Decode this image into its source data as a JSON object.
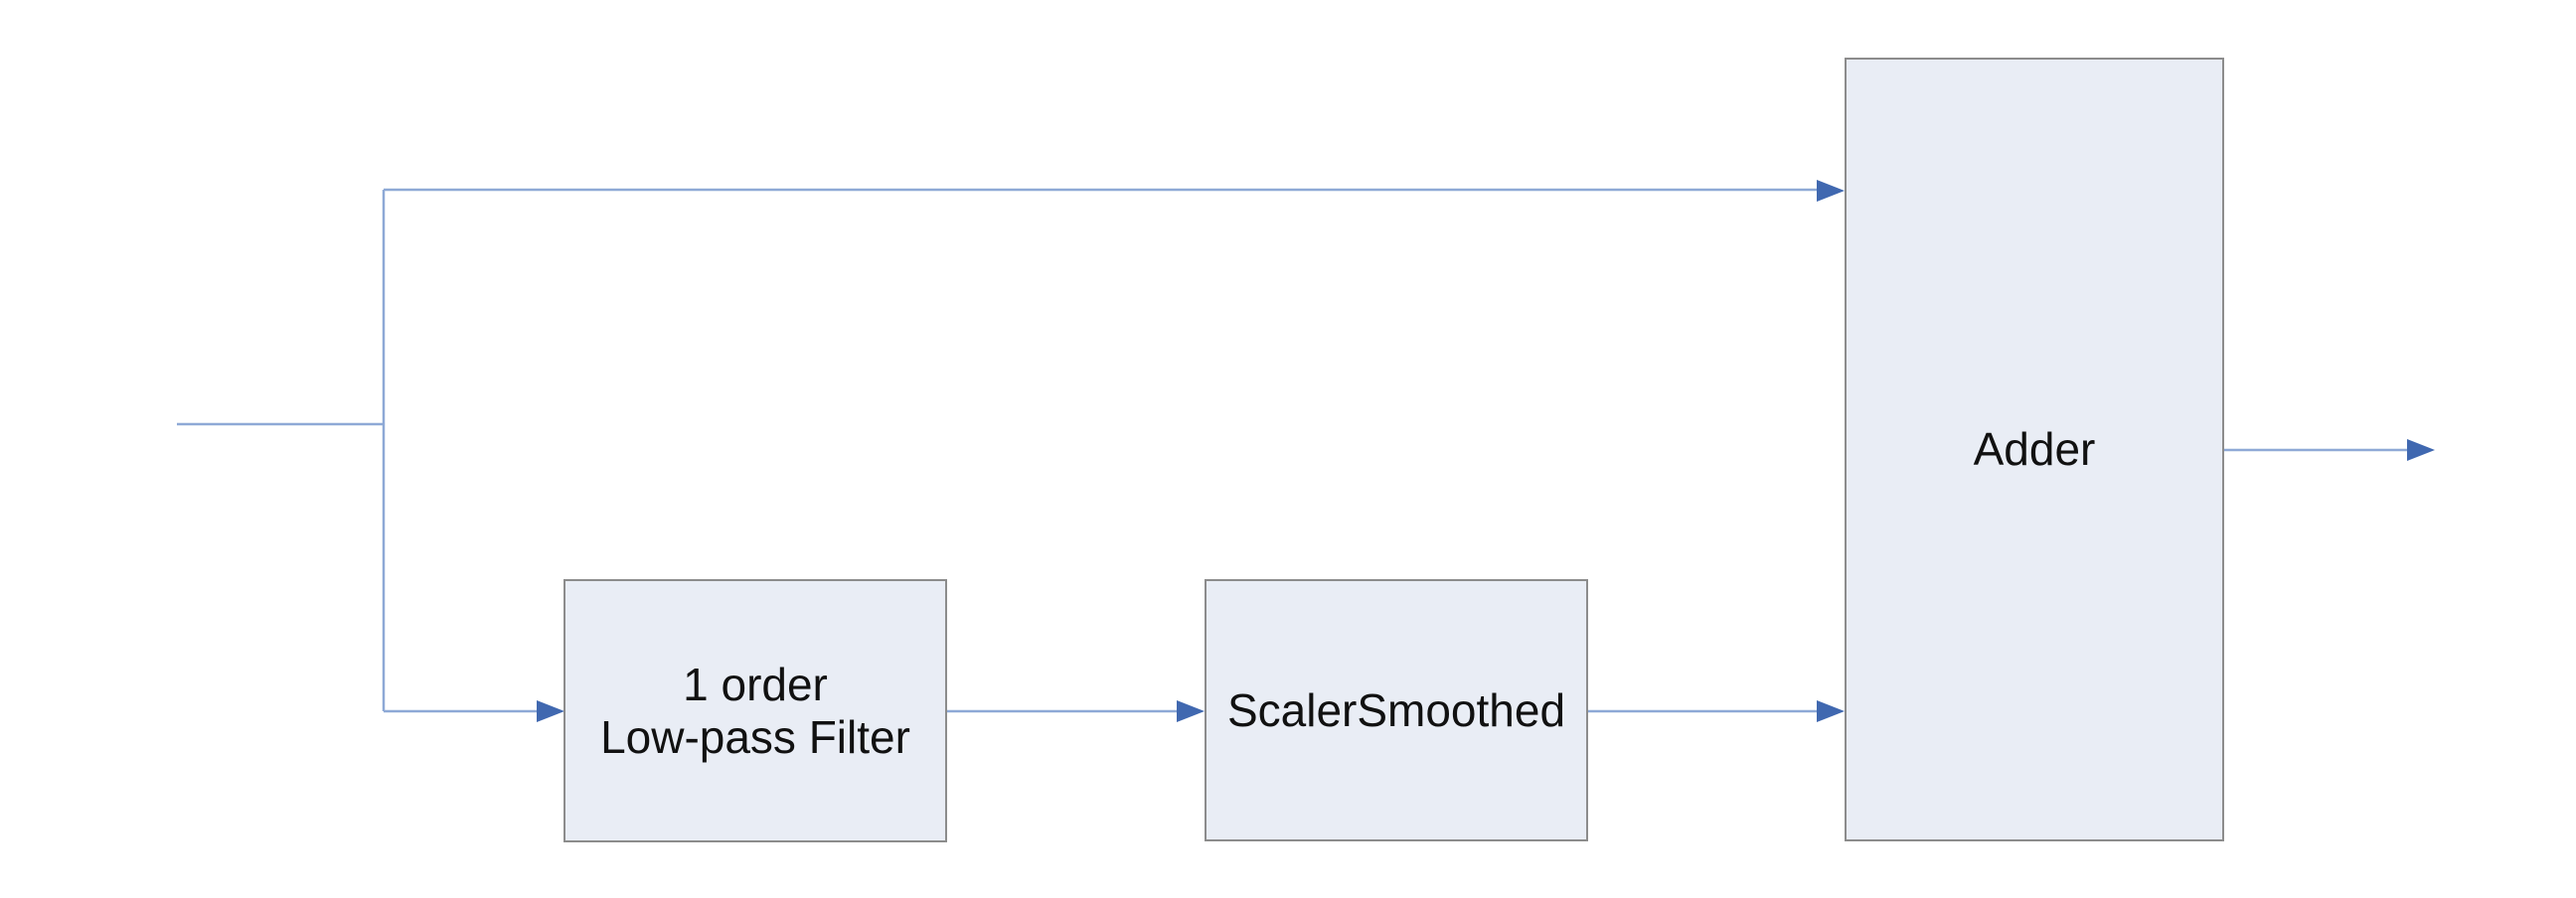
{
  "diagram": {
    "type": "block-diagram",
    "blocks": [
      {
        "id": "lowpass-filter",
        "label": "1 order\nLow-pass Filter"
      },
      {
        "id": "scaler-smoothed",
        "label": "ScalerSmoothed"
      },
      {
        "id": "adder",
        "label": "Adder"
      }
    ],
    "connections": [
      {
        "from": "input",
        "to": "split-point",
        "arrow": false
      },
      {
        "from": "split-point",
        "to": "adder",
        "arrow": true
      },
      {
        "from": "split-point",
        "to": "lowpass-filter",
        "arrow": true
      },
      {
        "from": "lowpass-filter",
        "to": "scaler-smoothed",
        "arrow": true
      },
      {
        "from": "scaler-smoothed",
        "to": "adder",
        "arrow": true
      },
      {
        "from": "adder",
        "to": "output",
        "arrow": true
      }
    ],
    "colors": {
      "background": "#ffffff",
      "block_fill": "#e9edf5",
      "block_border": "#8c8c8c",
      "wire": "#8ea9d6",
      "arrowhead": "#4068b0",
      "text": "#111111"
    }
  }
}
